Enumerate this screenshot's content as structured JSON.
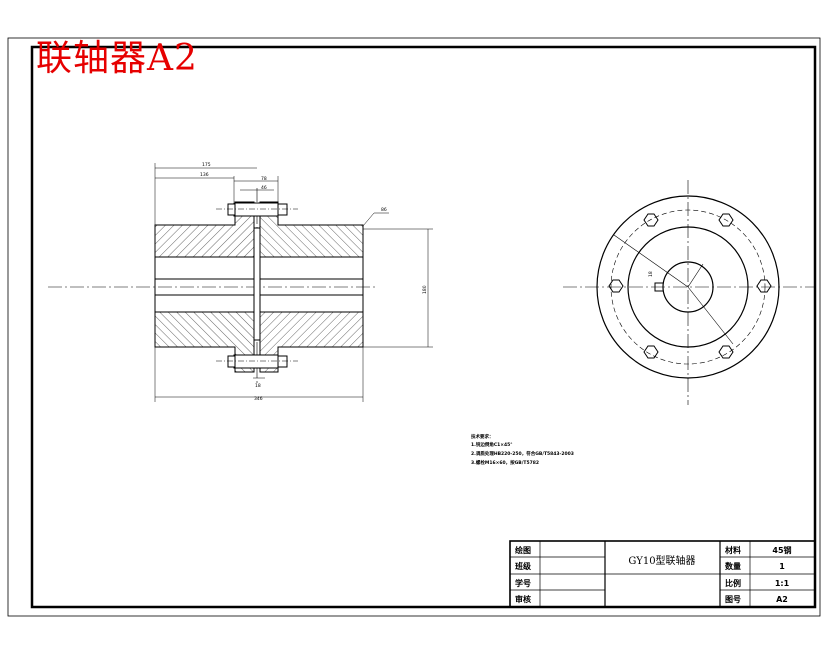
{
  "watermark": "联轴器A2",
  "dimensions": {
    "overall_left": "175",
    "left_inner": "136",
    "flange_top": "78",
    "flange_inner": "46",
    "leader_label": "86",
    "height": "180",
    "bottom_center": "18",
    "overall_bottom": "346",
    "side_small": "18"
  },
  "notes": {
    "title": "技术要求：",
    "line1": "1.锐边倒角C1×45°",
    "line2": "2.调质处理HB220-250，符合GB/T5843-2003",
    "line3": "3.螺栓M16×60，按GB/T5782"
  },
  "title_block": {
    "drawn_label": "绘图",
    "class_label": "班级",
    "student_id_label": "学号",
    "review_label": "审核",
    "part_name": "GY10型联轴器",
    "material_label": "材料",
    "material_value": "45钢",
    "quantity_label": "数量",
    "quantity_value": "1",
    "scale_label": "比例",
    "scale_value": "1:1",
    "drawing_no_label": "图号",
    "drawing_no_value": "A2"
  }
}
